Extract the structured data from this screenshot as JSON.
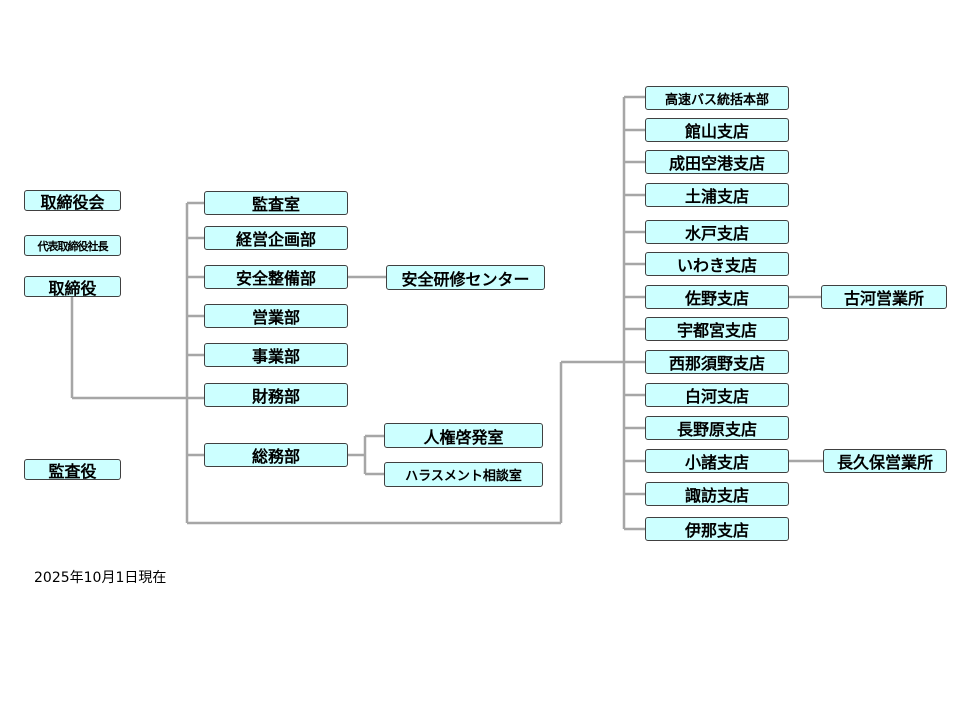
{
  "colors": {
    "box_fill": "#ccffff",
    "box_border": "#404040",
    "connector": "#a6a6a6"
  },
  "board": {
    "board_of_directors": "取締役会",
    "representative_director": "代表取締役社長",
    "director": "取締役",
    "auditor": "監査役"
  },
  "departments": {
    "audit_office": "監査室",
    "corporate_planning": "経営企画部",
    "safety_maintenance": "安全整備部",
    "sales": "営業部",
    "business": "事業部",
    "finance": "財務部",
    "general_affairs": "総務部"
  },
  "sub_units": {
    "safety_training_center": "安全研修センター",
    "human_rights_office": "人権啓発室",
    "harassment_office": "ハラスメント相談室"
  },
  "branches": {
    "highway_bus_hq": "高速バス統括本部",
    "tateyama": "館山支店",
    "narita_airport": "成田空港支店",
    "tsuchiura": "土浦支店",
    "mito": "水戸支店",
    "iwaki": "いわき支店",
    "sano": "佐野支店",
    "utsunomiya": "宇都宮支店",
    "nishinasuno": "西那須野支店",
    "shirakawa": "白河支店",
    "naganohara": "長野原支店",
    "komoro": "小諸支店",
    "suwa": "諏訪支店",
    "ina": "伊那支店"
  },
  "offices": {
    "koga": "古河営業所",
    "nagakubo": "長久保営業所"
  },
  "footer": {
    "as_of": "2025年10月1日現在"
  }
}
